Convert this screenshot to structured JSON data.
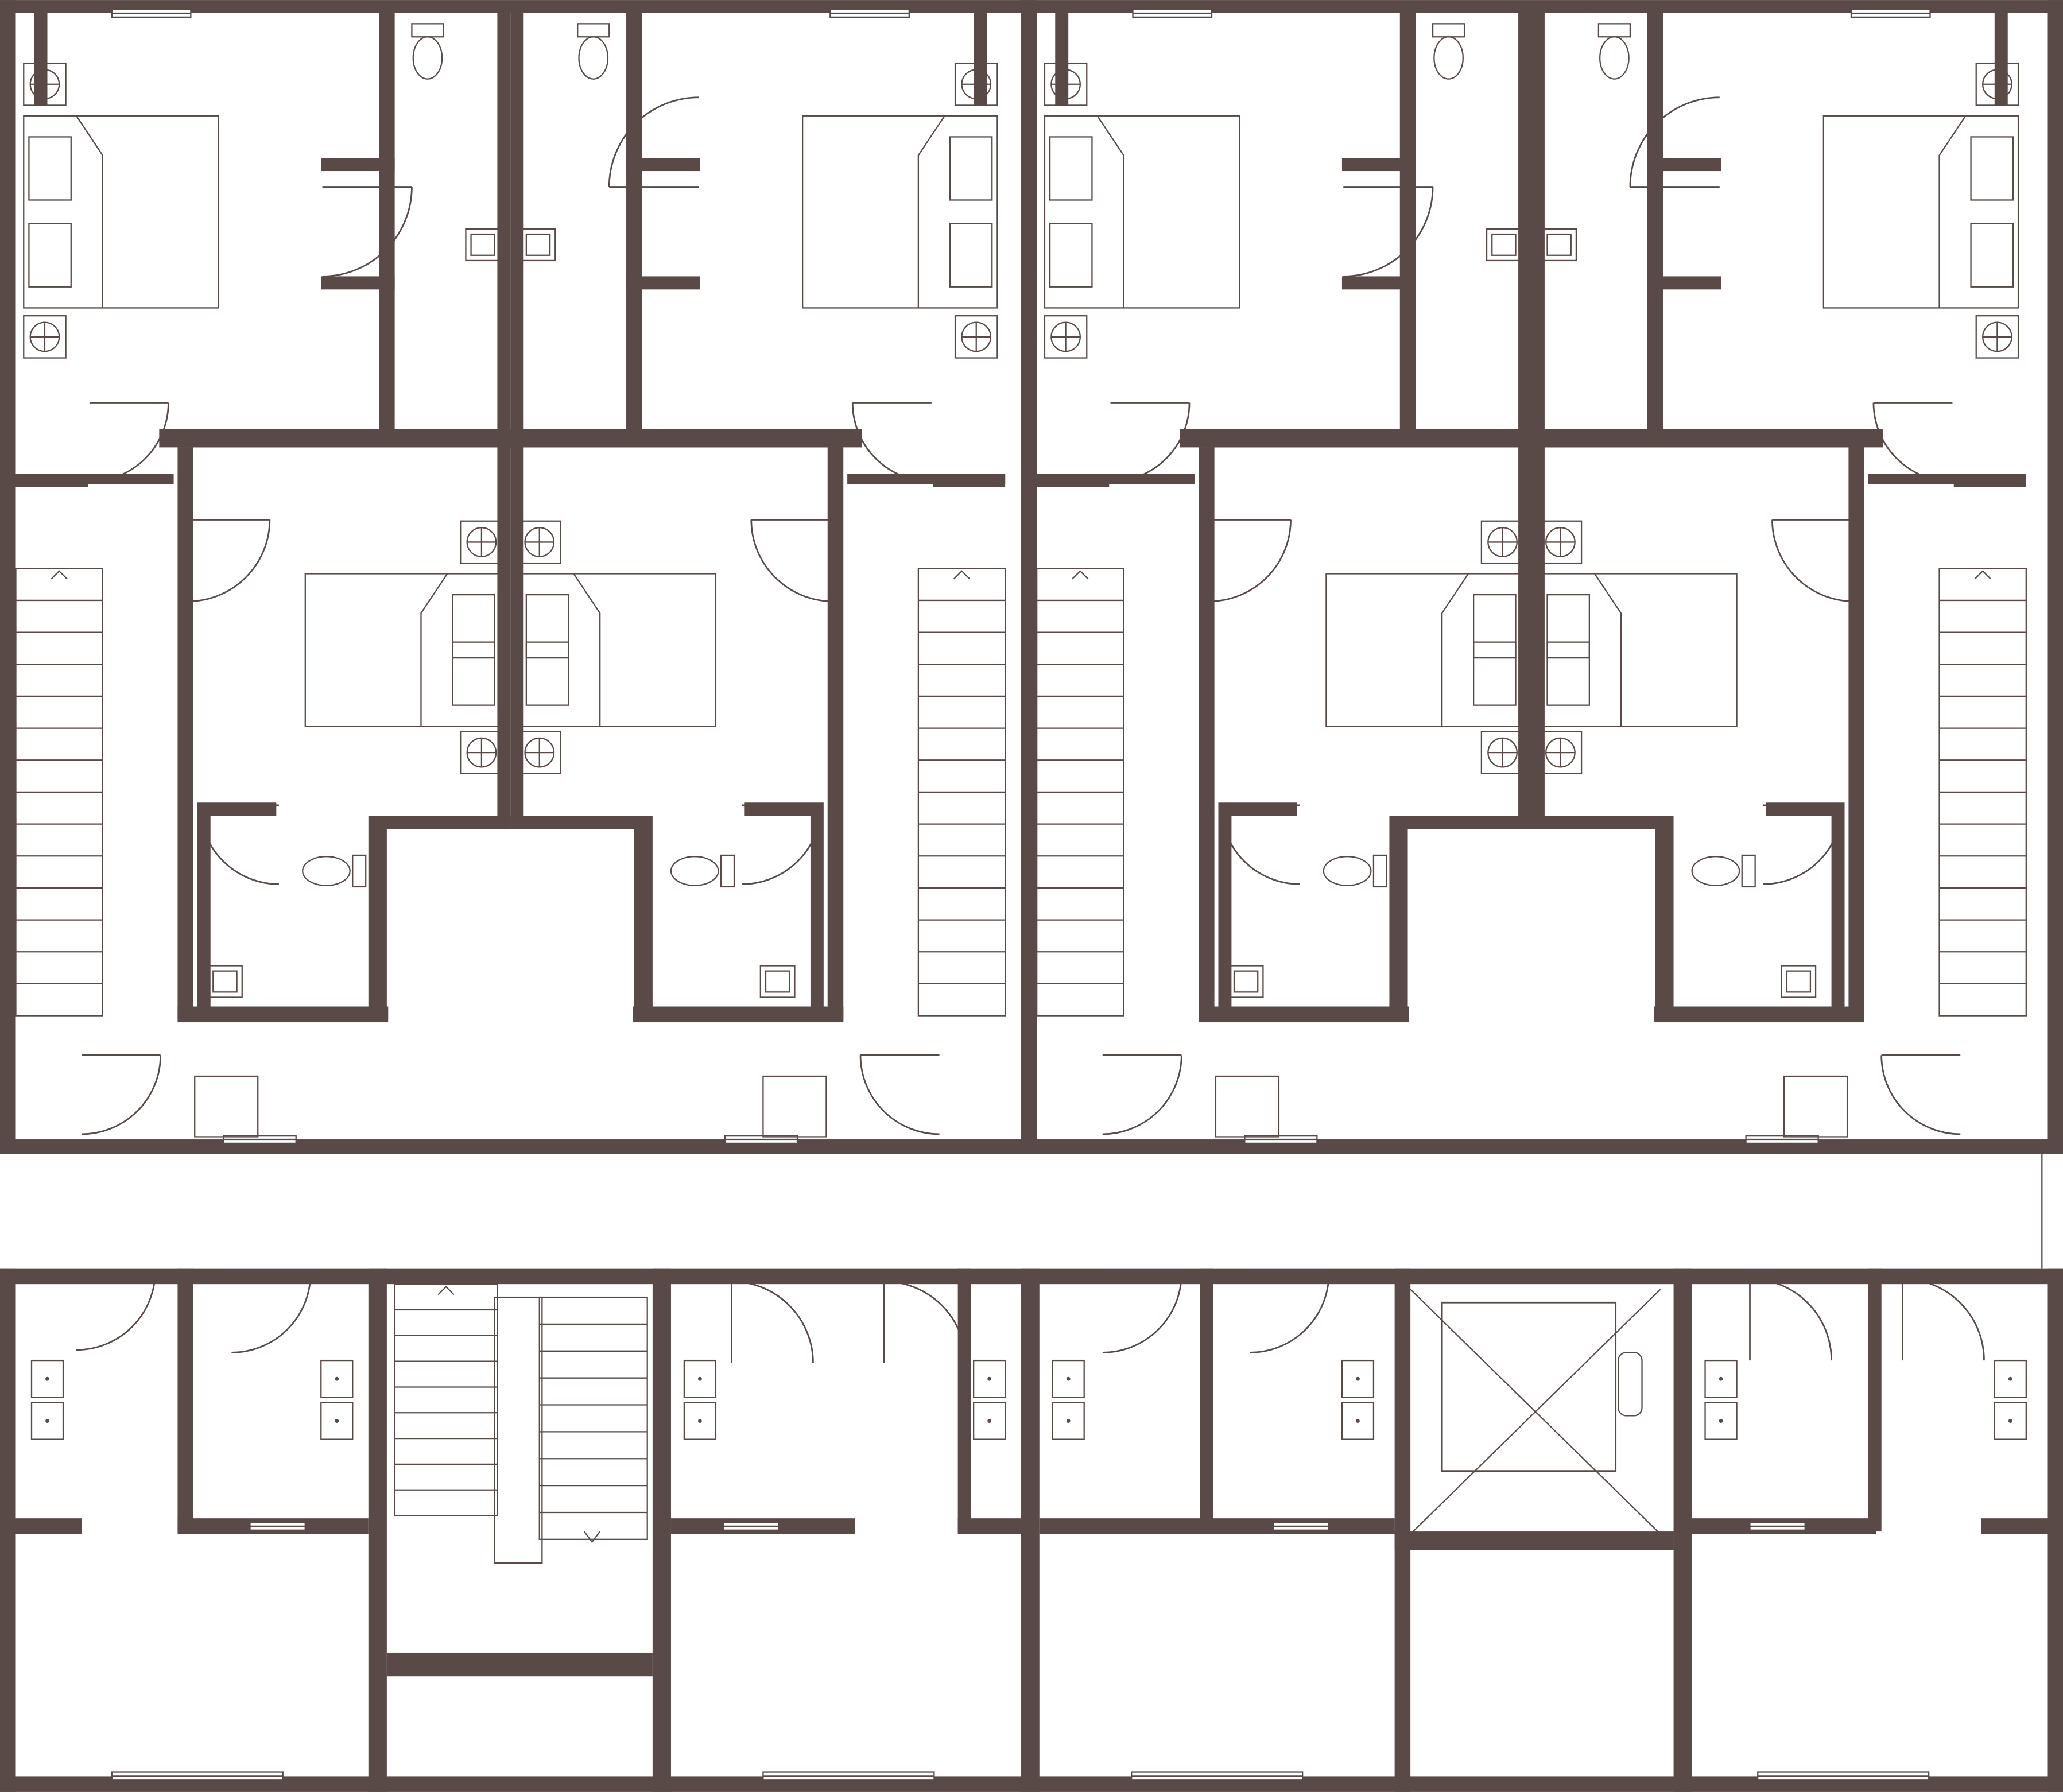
{
  "colors": {
    "wall": "#5a4a47",
    "line": "#5a4a47",
    "background": "#ffffff"
  },
  "plan": {
    "upper_units": 4,
    "lower_rooms": 7,
    "bedrooms_per_unit": 2,
    "stairs": 5,
    "elevators": 1
  }
}
